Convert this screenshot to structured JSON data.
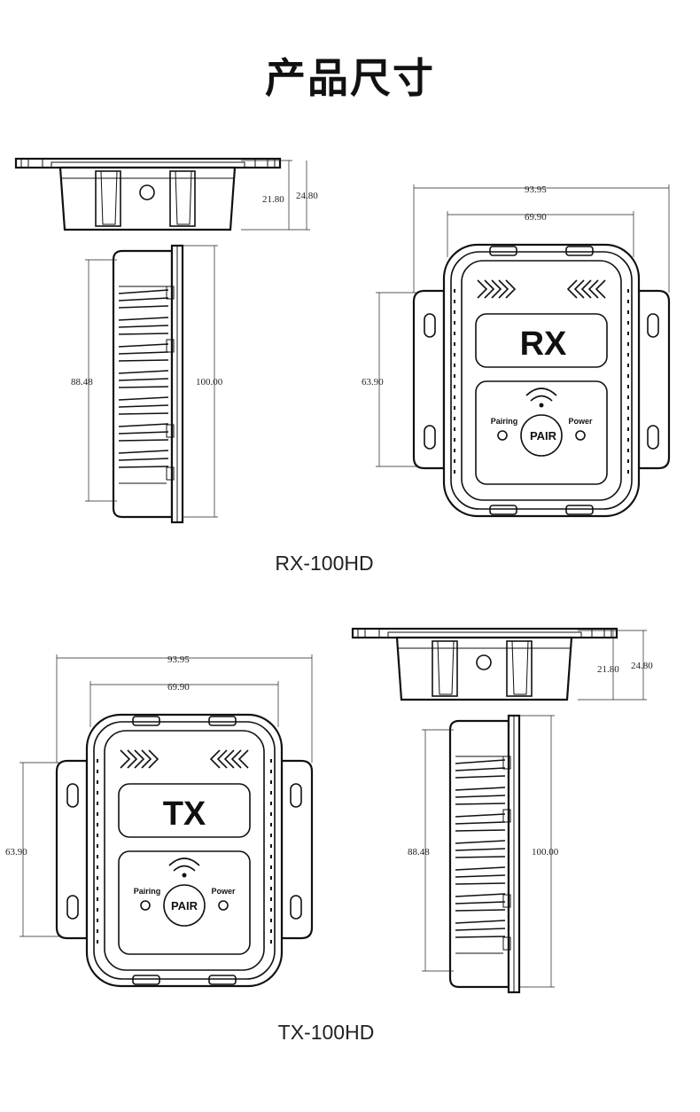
{
  "title": "产品尺寸",
  "rx": {
    "model": "RX-100HD",
    "device_label": "RX",
    "pair_label": "PAIR",
    "pairing_label": "Pairing",
    "power_label": "Power",
    "dims": {
      "top_height_inner": "21.80",
      "top_height_outer": "24.80",
      "side_inner": "88.48",
      "side_outer": "100.00",
      "front_width_outer": "93.95",
      "front_width_inner": "69.90",
      "front_height": "63.90"
    }
  },
  "tx": {
    "model": "TX-100HD",
    "device_label": "TX",
    "pair_label": "PAIR",
    "pairing_label": "Pairing",
    "power_label": "Power",
    "dims": {
      "top_height_inner": "21.80",
      "top_height_outer": "24.80",
      "side_inner": "88.48",
      "side_outer": "100.00",
      "front_width_outer": "93.95",
      "front_width_inner": "69.90",
      "front_height": "63.90"
    }
  }
}
